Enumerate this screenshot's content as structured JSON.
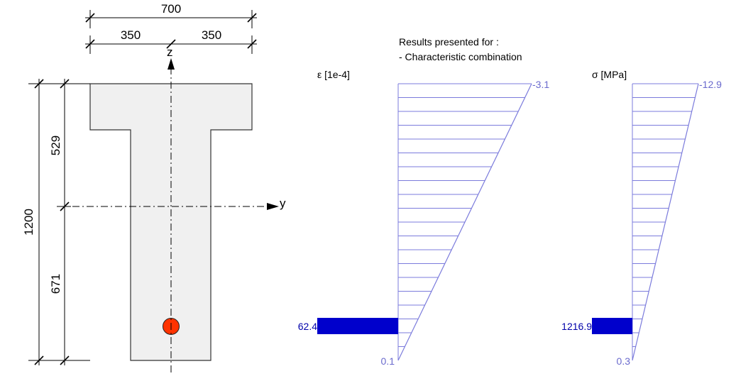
{
  "section": {
    "dims": {
      "total_width": "700",
      "half_left": "350",
      "half_right": "350",
      "total_height": "1200",
      "upper_part": "529",
      "lower_part": "671"
    },
    "axis_labels": {
      "z": "z",
      "y": "y"
    }
  },
  "results": {
    "header_line1": "Results presented for :",
    "header_line2": "- Characteristic combination"
  },
  "strain_diagram": {
    "title": "ε [1e-4]",
    "top_value": "-3.1",
    "bottom_value": "0.1",
    "rebar_value": "62.4"
  },
  "stress_diagram": {
    "title": "σ [MPa]",
    "top_value": "-12.9",
    "bottom_value": "0.3",
    "rebar_value": "1216.9"
  },
  "colors": {
    "section_fill": "#f0f0f0",
    "rebar": "#ff3300",
    "diagram_line": "#7b7bdc",
    "diagram_value": "#6a6acd",
    "rebar_bar": "#0000cc",
    "rebar_value": "#0000aa"
  }
}
